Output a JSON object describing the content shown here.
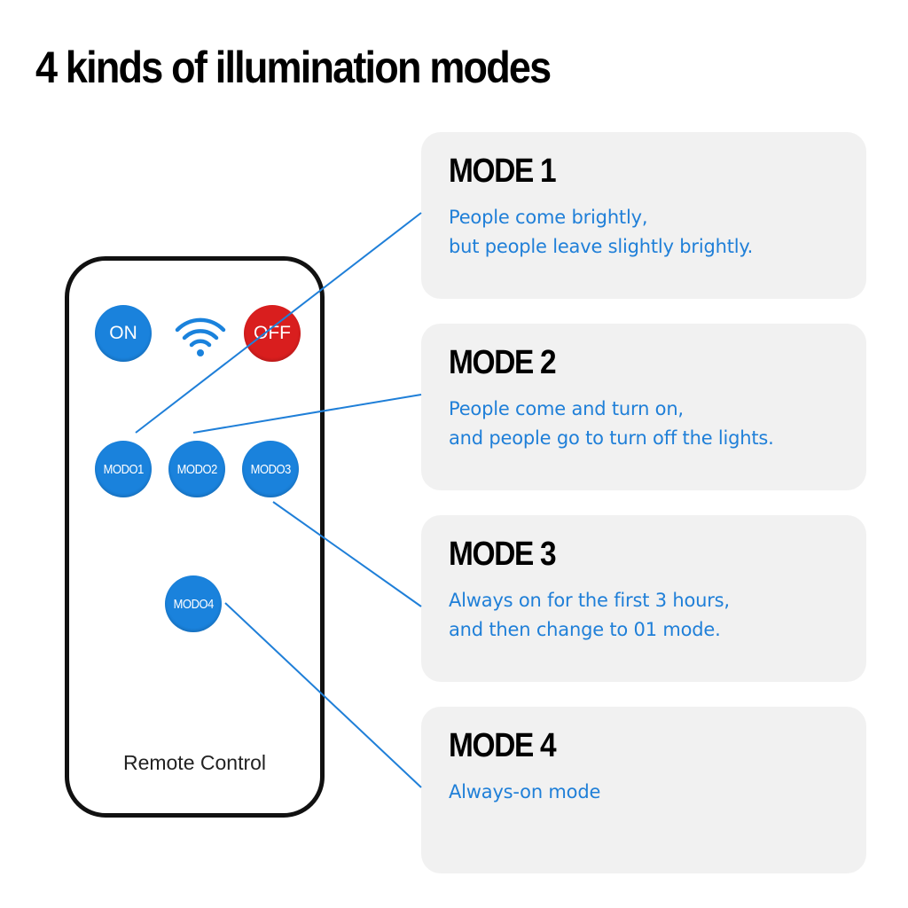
{
  "title": "4 kinds of illumination modes",
  "colors": {
    "accent_blue": "#1f7fd8",
    "button_blue": "#1a82dc",
    "button_red": "#d91e1e",
    "card_bg": "#f1f1f1"
  },
  "remote": {
    "on_label": "ON",
    "off_label": "OFF",
    "signal_icon": "wifi-icon",
    "mode_buttons": [
      "MODO1",
      "MODO2",
      "MODO3",
      "MODO4"
    ],
    "label": "Remote Control"
  },
  "modes": [
    {
      "title": "MODE 1",
      "lines": [
        "People come brightly,",
        "but people leave slightly brightly."
      ]
    },
    {
      "title": "MODE 2",
      "lines": [
        "People come and turn on,",
        "and people go to turn off the lights."
      ]
    },
    {
      "title": "MODE 3",
      "lines": [
        "Always on for the first 3 hours,",
        "and then change to 01 mode."
      ]
    },
    {
      "title": "MODE 4",
      "lines": [
        "Always-on mode"
      ]
    }
  ]
}
